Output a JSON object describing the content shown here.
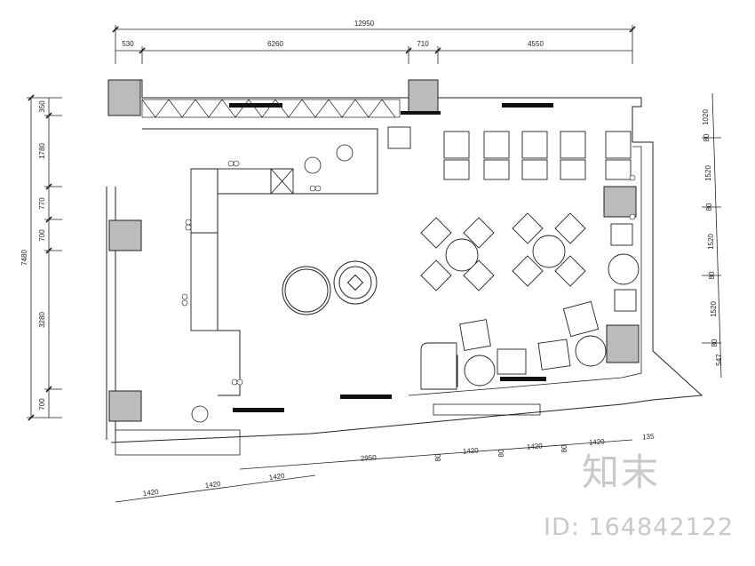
{
  "dimensions": {
    "top_total": "12950",
    "top": [
      "530",
      "6260",
      "710",
      "4550"
    ],
    "left_total": "7480",
    "left": [
      "350",
      "1780",
      "770",
      "700",
      "3280",
      "700"
    ],
    "right": [
      "1020",
      "1520",
      "1520",
      "1520",
      "547"
    ],
    "right_gaps": [
      "80",
      "80",
      "80",
      "80"
    ],
    "bottom_outer": [
      "1420",
      "1420",
      "1420"
    ],
    "bottom_inner": [
      "2950",
      "1420",
      "1420",
      "1420",
      "135"
    ],
    "bottom_gaps": [
      "80",
      "80",
      "80"
    ]
  },
  "watermark": {
    "logo": "知末",
    "id": "ID: 164842122"
  }
}
